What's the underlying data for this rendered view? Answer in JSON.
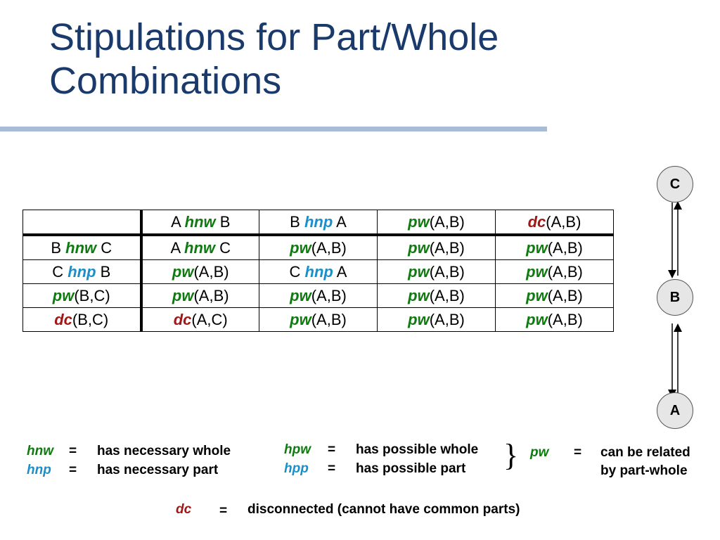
{
  "slide": {
    "title_line1": "Stipulations for Part/Whole",
    "title_line2": "Combinations"
  },
  "table": {
    "header": [
      {
        "pre": "",
        "rel": "",
        "post": "",
        "rel_color": ""
      },
      {
        "pre": "A ",
        "rel": "hnw",
        "post": " B",
        "rel_color": "g"
      },
      {
        "pre": "B ",
        "rel": "hnp",
        "post": " A",
        "rel_color": "b"
      },
      {
        "pre": "",
        "rel": "pw",
        "post": "(A,B)",
        "rel_color": "g"
      },
      {
        "pre": "",
        "rel": "dc",
        "post": "(A,B)",
        "rel_color": "r"
      }
    ],
    "rows": [
      [
        {
          "pre": "B ",
          "rel": "hnw",
          "post": " C",
          "rel_color": "g"
        },
        {
          "pre": "A ",
          "rel": "hnw",
          "post": " C",
          "rel_color": "g"
        },
        {
          "pre": "",
          "rel": "pw",
          "post": "(A,B)",
          "rel_color": "g"
        },
        {
          "pre": "",
          "rel": "pw",
          "post": "(A,B)",
          "rel_color": "g"
        },
        {
          "pre": "",
          "rel": "pw",
          "post": "(A,B)",
          "rel_color": "g"
        }
      ],
      [
        {
          "pre": "C ",
          "rel": "hnp",
          "post": " B",
          "rel_color": "b"
        },
        {
          "pre": "",
          "rel": "pw",
          "post": "(A,B)",
          "rel_color": "g"
        },
        {
          "pre": "C ",
          "rel": "hnp",
          "post": " A",
          "rel_color": "b"
        },
        {
          "pre": "",
          "rel": "pw",
          "post": "(A,B)",
          "rel_color": "g"
        },
        {
          "pre": "",
          "rel": "pw",
          "post": "(A,B)",
          "rel_color": "g"
        }
      ],
      [
        {
          "pre": "",
          "rel": "pw",
          "post": "(B,C)",
          "rel_color": "g"
        },
        {
          "pre": "",
          "rel": "pw",
          "post": "(A,B)",
          "rel_color": "g"
        },
        {
          "pre": "",
          "rel": "pw",
          "post": "(A,B)",
          "rel_color": "g"
        },
        {
          "pre": "",
          "rel": "pw",
          "post": "(A,B)",
          "rel_color": "g"
        },
        {
          "pre": "",
          "rel": "pw",
          "post": "(A,B)",
          "rel_color": "g"
        }
      ],
      [
        {
          "pre": "",
          "rel": "dc",
          "post": "(B,C)",
          "rel_color": "r"
        },
        {
          "pre": "",
          "rel": "dc",
          "post": "(A,C)",
          "rel_color": "r"
        },
        {
          "pre": "",
          "rel": "pw",
          "post": "(A,B)",
          "rel_color": "g"
        },
        {
          "pre": "",
          "rel": "pw",
          "post": "(A,B)",
          "rel_color": "g"
        },
        {
          "pre": "",
          "rel": "pw",
          "post": "(A,B)",
          "rel_color": "g"
        }
      ]
    ]
  },
  "diagram": {
    "nodes": {
      "top": "C",
      "middle": "B",
      "bottom": "A"
    }
  },
  "legend": {
    "hnw": {
      "term": "hnw",
      "eq": "=",
      "desc": "has necessary whole"
    },
    "hnp": {
      "term": "hnp",
      "eq": "=",
      "desc": "has necessary part"
    },
    "hpw": {
      "term": "hpw",
      "eq": "=",
      "desc": "has possible whole"
    },
    "hpp": {
      "term": "hpp",
      "eq": "=",
      "desc": "has possible part"
    },
    "brace": "}",
    "pw": {
      "term": "pw",
      "eq": "=",
      "desc_line1": "can be related",
      "desc_line2": "by part-whole"
    },
    "dc": {
      "term": "dc",
      "eq": "=",
      "desc": "disconnected (cannot have common parts)"
    }
  },
  "colors": {
    "title": "#1a3a6b",
    "title_bar": "#a9bcd6",
    "green": "#0f7a0f",
    "blue": "#1a8fc9",
    "red": "#a01818"
  }
}
